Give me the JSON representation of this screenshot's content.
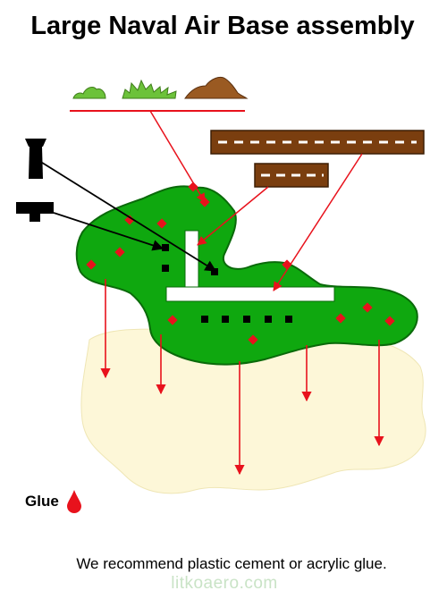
{
  "title": "Large Naval Air Base assembly",
  "glue_label": "Glue",
  "note": "We recommend plastic cement or acrylic glue.",
  "website": "litkoaero.com",
  "colors": {
    "island_fill": "#0fa80f",
    "island_stroke": "#0a6a0a",
    "base_fill": "#fdf7d8",
    "arrow_red": "#e8121c",
    "runway_brown": "#7a3e0f",
    "glue_red": "#e8121c"
  },
  "icons": [
    "bush-icon",
    "tree-cluster-icon",
    "hill-icon",
    "control-tower-icon",
    "antenna-icon",
    "glue-drop-icon"
  ]
}
